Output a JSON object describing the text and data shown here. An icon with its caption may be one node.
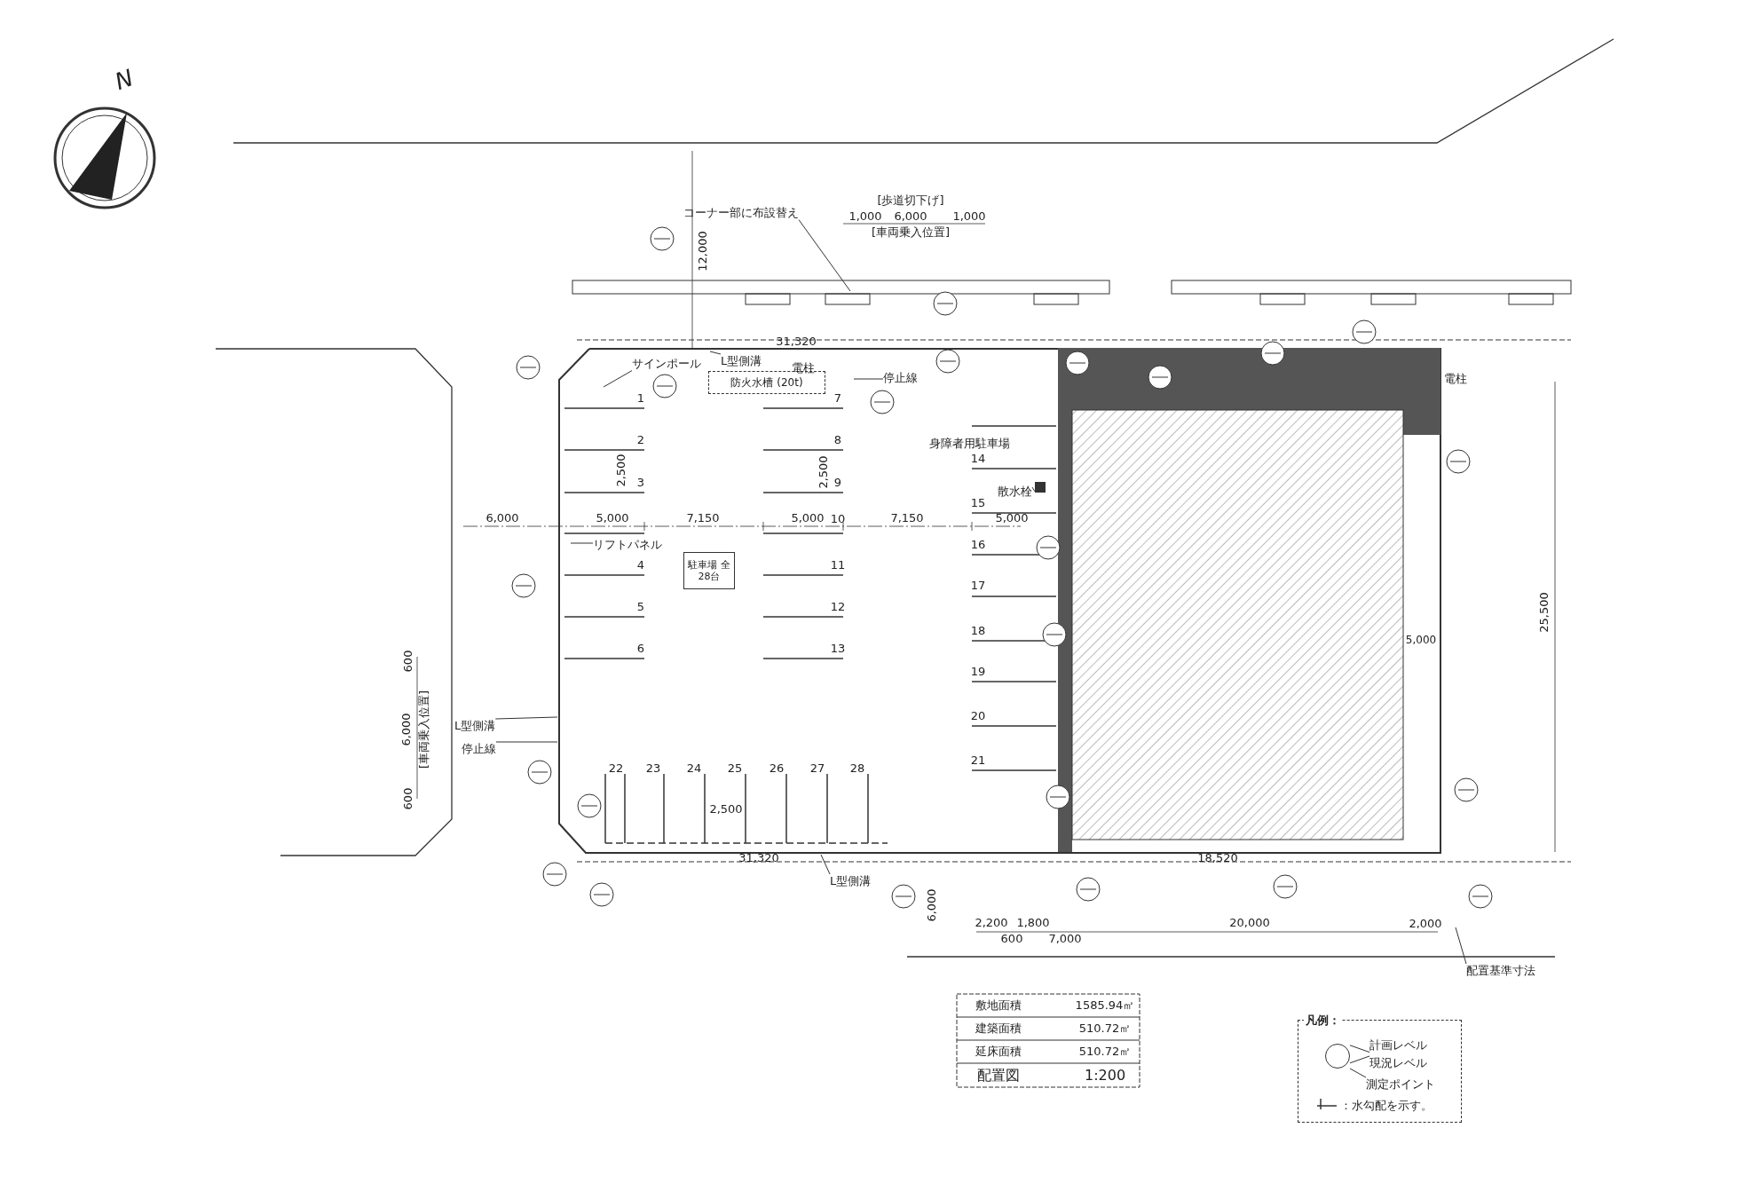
{
  "diagram": {
    "nodes": [
      {
        "text": [
          "防火水槽 (20t)"
        ]
      },
      {
        "text": [
          "駐車場 全28台"
        ]
      },
      {
        "text": [
          "サインポール"
        ]
      },
      {
        "text": [
          "L型側溝"
        ]
      },
      {
        "text": [
          "停止線"
        ]
      },
      {
        "text": [
          "リフトパネル"
        ]
      },
      {
        "text": [
          "散水栓"
        ]
      },
      {
        "text": [
          "L型側溝"
        ]
      },
      {
        "text": [
          "停止線"
        ]
      },
      {
        "text": [
          "L型側溝"
        ]
      },
      {
        "text": [
          "コーナー部に布設替え"
        ]
      },
      {
        "text": [
          "配置基準寸法"
        ]
      },
      {
        "text": [],
        "shape": "box"
      },
      {
        "text": [
          "凡例："
        ]
      },
      {
        "text": [],
        "shape": "circle",
        "in": 13
      },
      {
        "text": [
          "計画レベル"
        ],
        "in": 13
      },
      {
        "text": [
          "現況レベル"
        ],
        "in": 13
      },
      {
        "text": [
          "測定ポイント"
        ],
        "in": 13
      }
    ],
    "edges": [
      {
        "from": 2,
        "to": null,
        "arrow": "none"
      },
      {
        "from": 3,
        "to": null,
        "arrow": "none"
      },
      {
        "from": 4,
        "to": null,
        "arrow": "none"
      },
      {
        "from": 5,
        "to": null,
        "arrow": "none"
      },
      {
        "from": 6,
        "to": 12,
        "arrow": "none"
      },
      {
        "from": 7,
        "to": null,
        "arrow": "none"
      },
      {
        "from": 8,
        "to": null,
        "arrow": "none"
      },
      {
        "from": 9,
        "to": null,
        "arrow": "none"
      },
      {
        "from": 10,
        "to": null,
        "arrow": "none"
      },
      {
        "from": 11,
        "to": null,
        "arrow": "none"
      },
      {
        "from": 15,
        "to": 14,
        "arrow": "none"
      },
      {
        "from": 16,
        "to": 14,
        "arrow": "none"
      },
      {
        "from": 17,
        "to": 14,
        "arrow": "none"
      }
    ],
    "labels": [
      "N",
      "[歩道切下げ]",
      "1,000",
      "6,000",
      "1,000",
      "[車両乗入位置]",
      "12,000",
      "31,320",
      "電柱",
      "電柱",
      "6,000",
      "5,000",
      "7,150",
      "5,000",
      "7,150",
      "5,000",
      "2,500",
      "2,500",
      "身障者用駐車場",
      "2,500",
      "6,000",
      "[車両乗入位置]",
      "600",
      "600",
      "31,320",
      "18,520",
      "6,000",
      "2,200",
      "1,800",
      "600",
      "7,000",
      "20,000",
      "2,000",
      "25,500",
      "5,000",
      "1",
      "2",
      "3",
      "4",
      "5",
      "6",
      "7",
      "8",
      "9",
      "10",
      "11",
      "12",
      "13",
      "14",
      "15",
      "16",
      "17",
      "18",
      "19",
      "20",
      "21",
      "22",
      "23",
      "24",
      "25",
      "26",
      "27",
      "28",
      "敷地面積",
      "1585.94㎡",
      "建築面積",
      "510.72㎡",
      "延床面積",
      "510.72㎡",
      "配置図",
      "1:200",
      "：水勾配を示す。"
    ]
  }
}
